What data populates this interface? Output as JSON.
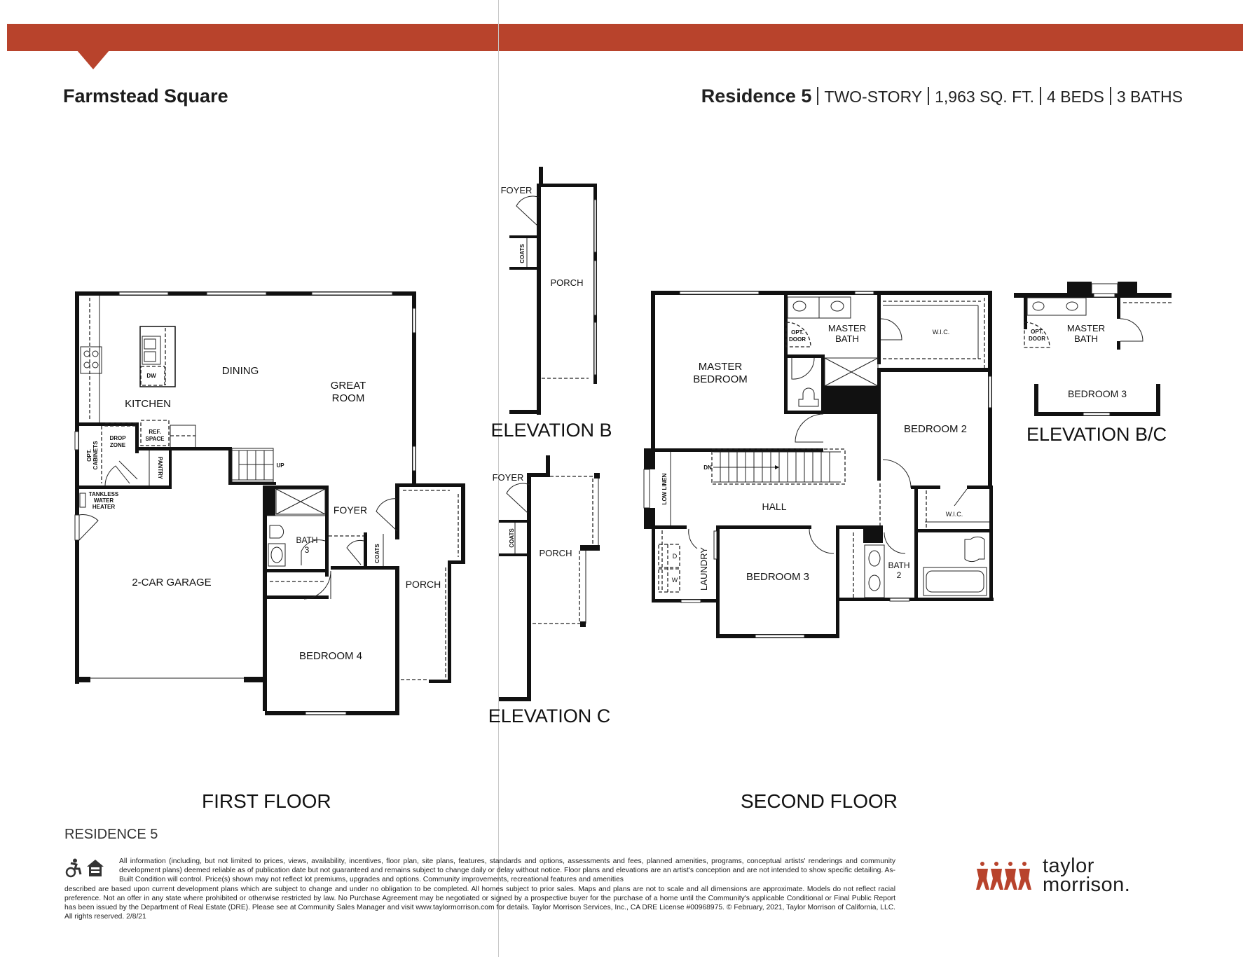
{
  "header": {
    "community": "Farmstead Square",
    "residence_name": "Residence 5",
    "specs": [
      "TWO-STORY",
      "1,963 SQ. FT.",
      "4 BEDS",
      "3 BATHS"
    ],
    "brand_color": "#b8432c"
  },
  "first_floor": {
    "title": "FIRST FLOOR",
    "rooms": {
      "kitchen": "KITCHEN",
      "dining": "DINING",
      "great_room_1": "GREAT",
      "great_room_2": "ROOM",
      "garage": "2-CAR GARAGE",
      "foyer": "FOYER",
      "porch": "PORCH",
      "bedroom4": "BEDROOM 4",
      "bath3_1": "BATH",
      "bath3_2": "3",
      "drop_zone_1": "DROP",
      "drop_zone_2": "ZONE",
      "ref_space_1": "REF.",
      "ref_space_2": "SPACE",
      "pantry": "PANTRY",
      "opt_cabinets_1": "OPT.",
      "opt_cabinets_2": "CABINETS",
      "water_heater_1": "TANKLESS",
      "water_heater_2": "WATER",
      "water_heater_3": "HEATER",
      "dw": "DW",
      "coats": "COATS",
      "up": "UP"
    }
  },
  "elevation_b": {
    "title": "ELEVATION B",
    "foyer": "FOYER",
    "porch": "PORCH",
    "coats": "COATS"
  },
  "elevation_c": {
    "title": "ELEVATION C",
    "foyer": "FOYER",
    "porch": "PORCH",
    "coats": "COATS"
  },
  "second_floor": {
    "title": "SECOND FLOOR",
    "rooms": {
      "master_bedroom_1": "MASTER",
      "master_bedroom_2": "BEDROOM",
      "master_bath_1": "MASTER",
      "master_bath_2": "BATH",
      "opt_door_1": "OPT.",
      "opt_door_2": "DOOR",
      "wic": "W.I.C.",
      "bedroom2": "BEDROOM 2",
      "bedroom3": "BEDROOM 3",
      "hall": "HALL",
      "laundry": "LAUNDRY",
      "low_linen": "LOW LINEN",
      "bath2_1": "BATH",
      "bath2_2": "2",
      "wic2": "W.I.C.",
      "dn": "DN",
      "dryer": "D",
      "washer": "W"
    }
  },
  "elevation_bc": {
    "title": "ELEVATION B/C",
    "master_bath_1": "MASTER",
    "master_bath_2": "BATH",
    "opt_door_1": "OPT.",
    "opt_door_2": "DOOR",
    "bedroom3": "BEDROOM 3"
  },
  "footer": {
    "residence_label": "RESIDENCE 5",
    "icons": [
      "accessibility-icon",
      "equal-housing-icon"
    ],
    "disclaimer_lines": [
      "All information (including, but not limited to prices, views, availability, incentives, floor plan, site plans, features, standards and options, assessments and fees, planned amenities, programs, conceptual artists' renderings and community development plans) deemed reliable as of publication date but not guaranteed and remains subject to change daily or delay without notice. Floor plans and elevations are an artist's conception and are not intended to show specific detailing.  As-Built Condition will control. Price(s) shown may not reflect lot premiums, upgrades and options. Community improvements, recreational features and amenities",
      "described are based upon current development plans which are subject to change and under no obligation to be completed. All homes subject to prior sales. Maps and plans are not to scale and all dimensions are approximate. Models do not reflect racial preference. Not an offer in any state where prohibited or otherwise restricted by law. No Purchase Agreement may be negotiated or signed by a prospective buyer for the purchase of a home until the Community's applicable Conditional or Final Public Report has been issued by the Department of Real Estate (DRE). Please see at Community Sales Manager and visit www.taylormorrison.com for details. Taylor Morrison Services, Inc., CA DRE License #00968975. © February, 2021, Taylor Morrison of California, LLC. All rights reserved. 2/8/21"
    ],
    "logo_line1": "taylor",
    "logo_line2": "morrison."
  }
}
